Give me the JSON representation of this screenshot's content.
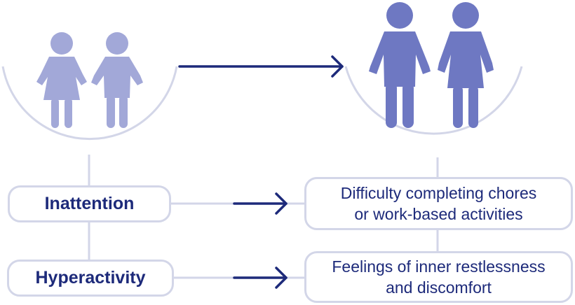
{
  "symptoms": [
    {
      "label": "Inattention"
    },
    {
      "label": "Hyperactivity"
    }
  ],
  "outcomes": [
    {
      "line1": "Difficulty completing chores",
      "line2": "or work-based activities"
    },
    {
      "line1": "Feelings of inner restlessness",
      "line2": "and discomfort"
    }
  ],
  "icons": {
    "children": [
      "girl-icon",
      "boy-icon"
    ],
    "adults": [
      "man-icon",
      "woman-icon"
    ]
  },
  "colors": {
    "child_figure": "#a2a8d8",
    "adult_figure": "#6e78c2",
    "connector": "#d3d6e8",
    "arrow": "#1d2a7a",
    "text": "#1d2a7a"
  }
}
